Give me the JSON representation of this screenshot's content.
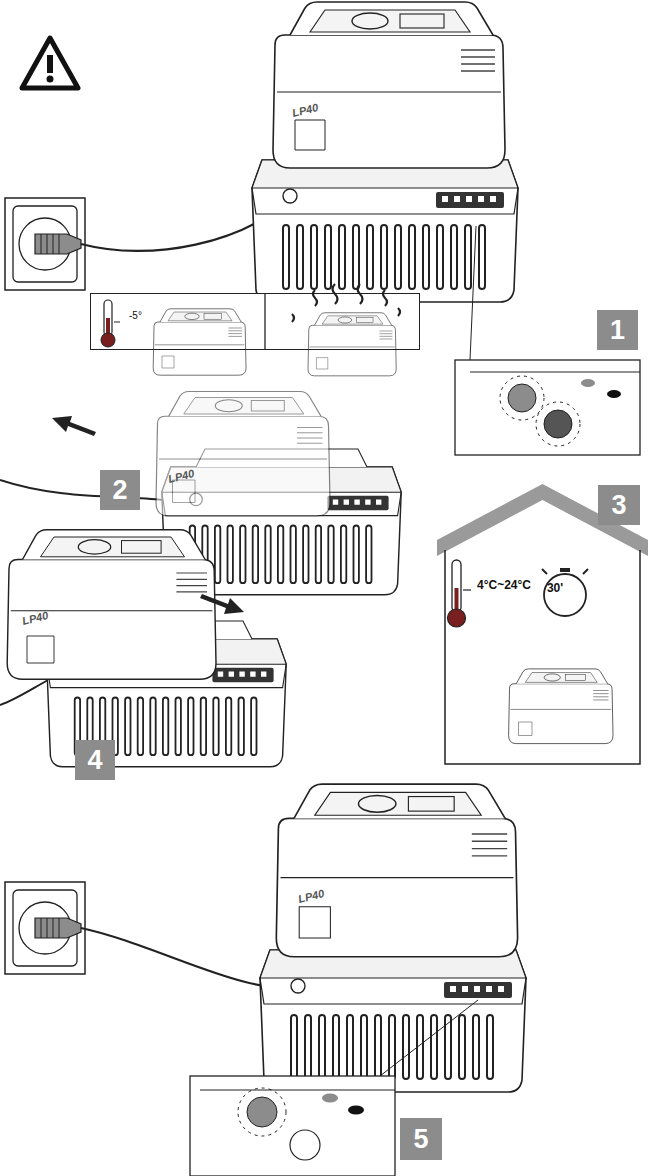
{
  "diagram": {
    "nodes": [
      {
        "text": [
          "-5°"
        ]
      },
      {
        "text": [
          "1"
        ]
      },
      {
        "text": [
          "2"
        ]
      },
      {
        "text": [
          "3"
        ]
      },
      {
        "text": [
          "4°C~24°C",
          "30'"
        ]
      },
      {
        "text": [
          "4"
        ]
      },
      {
        "text": [
          "5"
        ]
      }
    ],
    "labels": [
      "LP40",
      "LP40",
      "LP40",
      "LP40"
    ]
  }
}
